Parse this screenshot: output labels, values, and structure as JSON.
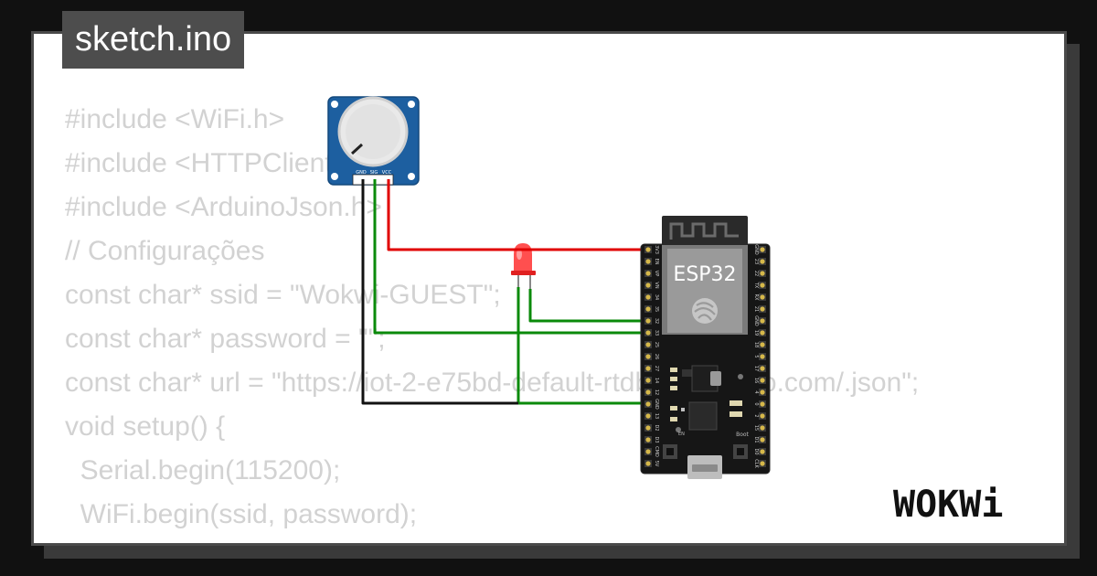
{
  "header": {
    "title": "sketch.ino"
  },
  "code_lines": [
    "#include <WiFi.h>",
    "#include <HTTPClient.h>",
    "#include <ArduinoJson.h>",
    "// Configurações",
    "const char* ssid = \"Wokwi-GUEST\";",
    "const char* password = \"\";",
    "const char* url = \"https://iot-2-e75bd-default-rtdb.firebaseio.com/.json\";",
    "",
    "void setup() {",
    "  Serial.begin(115200);",
    "  WiFi.begin(ssid, password);"
  ],
  "potentiometer": {
    "pin_labels": [
      "GND",
      "SIG",
      "VCC"
    ]
  },
  "esp32": {
    "label": "ESP32",
    "boot_label": "Boot",
    "en_label": "EN",
    "left_pins": [
      "3V3",
      "EN",
      "VP",
      "VN",
      "34",
      "35",
      "32",
      "33",
      "25",
      "26",
      "27",
      "14",
      "12",
      "GND",
      "13",
      "D2",
      "D3",
      "CMD",
      "5V"
    ],
    "right_pins": [
      "GND",
      "23",
      "22",
      "TX",
      "RX",
      "21",
      "GND",
      "19",
      "18",
      "5",
      "17",
      "16",
      "4",
      "0",
      "2",
      "15",
      "D1",
      "D0",
      "CLK"
    ]
  },
  "wires": {
    "red": "#e00000",
    "green": "#0a8a0a",
    "black": "#111111"
  },
  "brand": {
    "name": "WOKWi"
  }
}
